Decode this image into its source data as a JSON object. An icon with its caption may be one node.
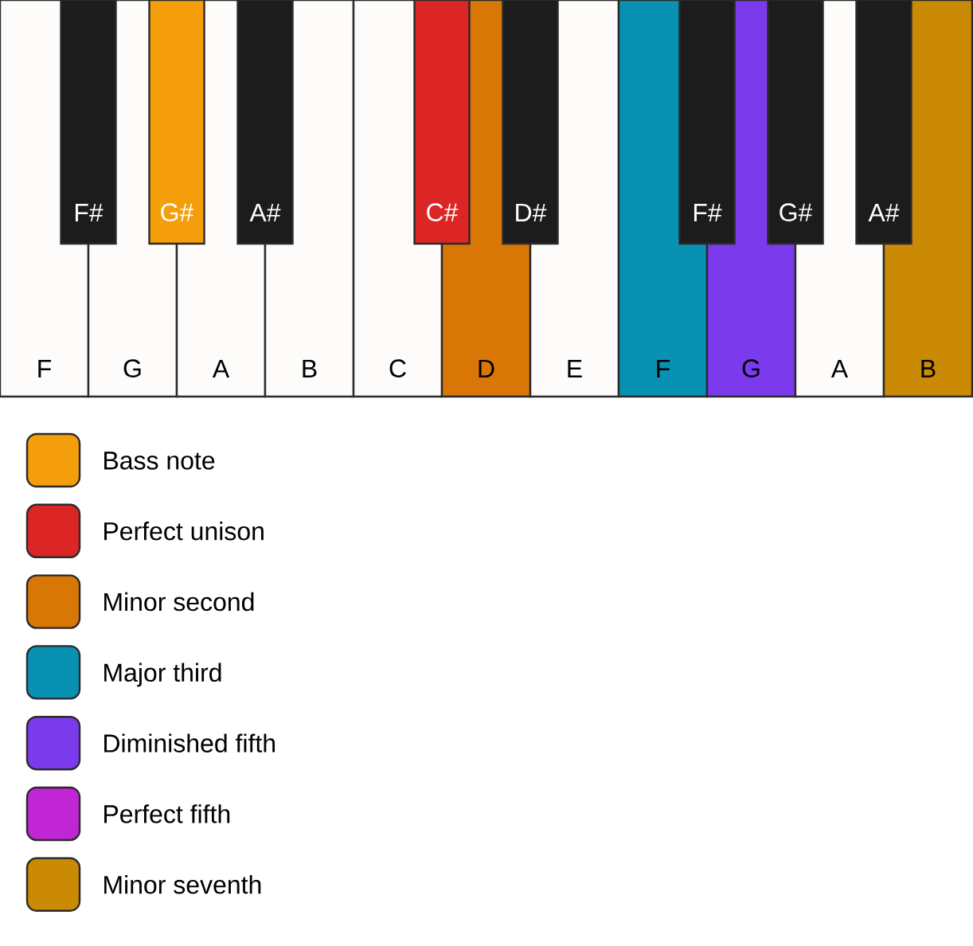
{
  "diagram": {
    "nodes": [
      {
        "text": [
          "F"
        ]
      },
      {
        "text": [
          "F#"
        ]
      },
      {
        "text": [
          "G"
        ]
      },
      {
        "text": [
          "G#"
        ]
      },
      {
        "text": [
          "A"
        ]
      },
      {
        "text": [
          "A#"
        ]
      },
      {
        "text": [
          "B"
        ]
      },
      {
        "text": [
          "C"
        ]
      },
      {
        "text": [
          "C#"
        ]
      },
      {
        "text": [
          "D"
        ]
      },
      {
        "text": [
          "D#"
        ]
      },
      {
        "text": [
          "E"
        ]
      },
      {
        "text": [
          "F"
        ]
      },
      {
        "text": [
          "F#"
        ]
      },
      {
        "text": [
          "G"
        ]
      },
      {
        "text": [
          "G#"
        ]
      },
      {
        "text": [
          "A"
        ]
      },
      {
        "text": [
          "A#"
        ]
      },
      {
        "text": [
          "B"
        ]
      }
    ],
    "legend": [
      {
        "text": "Bass note",
        "color": "#f59e0b"
      },
      {
        "text": "Perfect unison",
        "color": "#dc2626"
      },
      {
        "text": "Minor second",
        "color": "#d97706"
      },
      {
        "text": "Major third",
        "color": "#0891b2"
      },
      {
        "text": "Diminished fifth",
        "color": "#7c3aed"
      },
      {
        "text": "Perfect fifth",
        "color": "#c026d3"
      },
      {
        "text": "Minor seventh",
        "color": "#ca8a04"
      }
    ]
  }
}
